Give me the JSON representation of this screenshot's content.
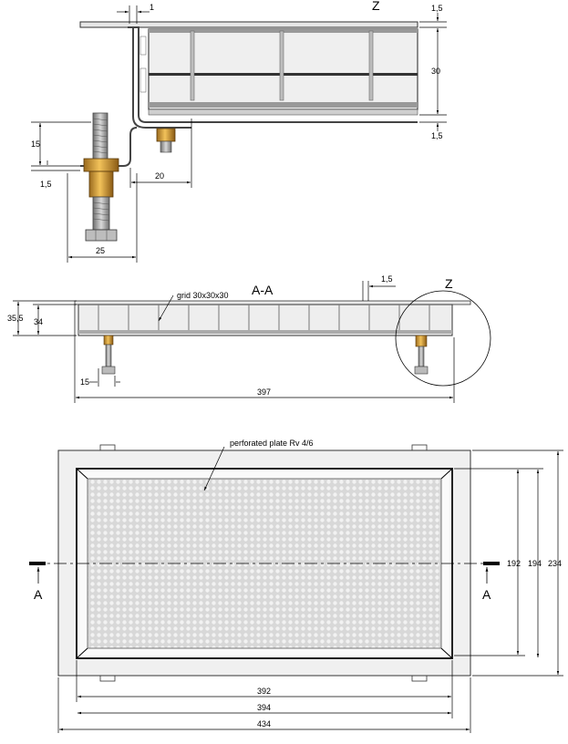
{
  "detail_z": {
    "label": "Z",
    "dims": {
      "top_offset": "1",
      "flange_top": "1,5",
      "height": "30",
      "flange_bottom": "1,5",
      "bolt_rise": "15",
      "plate": "1,5",
      "clip": "20",
      "bolt_spacing": "25"
    }
  },
  "section_aa": {
    "title": "A-A",
    "detail_ref": "Z",
    "grid_label": "grid 30x30x30",
    "dims": {
      "total_height": "35,5",
      "inner_height": "34",
      "flange": "1,5",
      "bolt_offset": "15",
      "length": "397"
    }
  },
  "plan": {
    "plate_label": "perforated plate Rv 4/6",
    "section_marker_left": "A",
    "section_marker_right": "A",
    "dims": {
      "width_inner": "392",
      "width_mid": "394",
      "width_outer": "434",
      "height_inner": "192",
      "height_mid": "194",
      "height_outer": "234"
    }
  }
}
